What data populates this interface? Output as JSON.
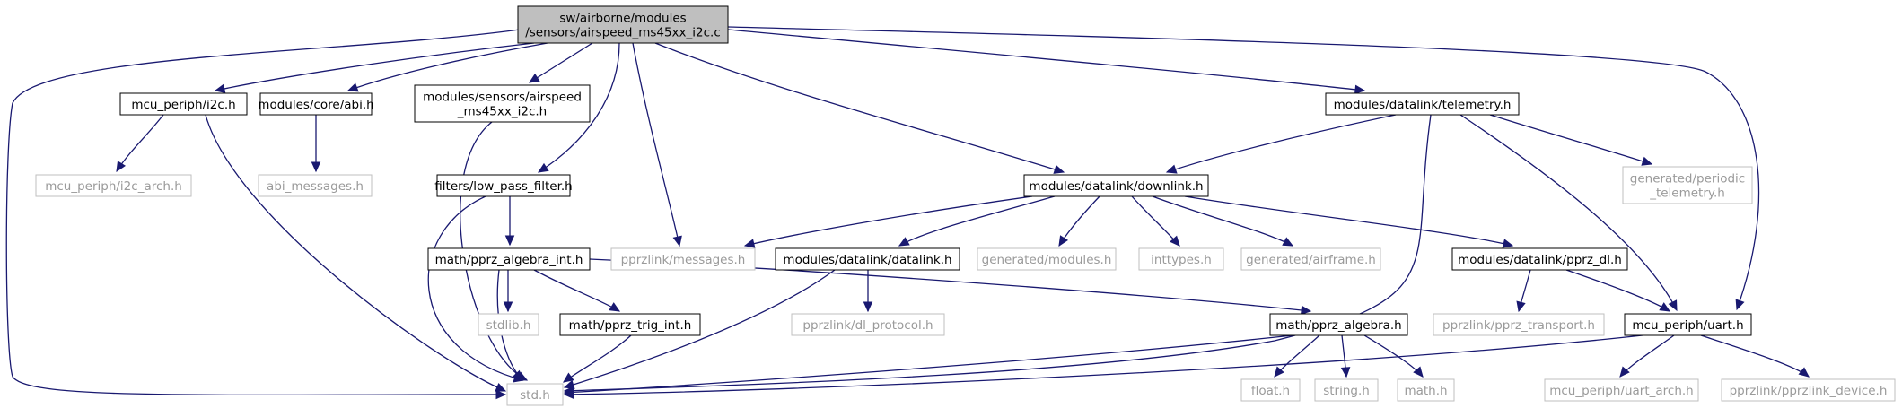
{
  "diagram": {
    "nodes": [
      {
        "id": "root",
        "lines": [
          "sw/airborne/modules",
          "/sensors/airspeed_ms45xx_i2c.c"
        ],
        "style": "root"
      },
      {
        "id": "i2c",
        "lines": [
          "mcu_periph/i2c.h"
        ],
        "style": "documented"
      },
      {
        "id": "abi",
        "lines": [
          "modules/core/abi.h"
        ],
        "style": "documented"
      },
      {
        "id": "ms45h",
        "lines": [
          "modules/sensors/airspeed",
          "_ms45xx_i2c.h"
        ],
        "style": "documented"
      },
      {
        "id": "lpf",
        "lines": [
          "filters/low_pass_filter.h"
        ],
        "style": "documented"
      },
      {
        "id": "telemetry",
        "lines": [
          "modules/datalink/telemetry.h"
        ],
        "style": "documented"
      },
      {
        "id": "downlink",
        "lines": [
          "modules/datalink/downlink.h"
        ],
        "style": "documented"
      },
      {
        "id": "i2carch",
        "lines": [
          "mcu_periph/i2c_arch.h"
        ],
        "style": "undocumented"
      },
      {
        "id": "abimsg",
        "lines": [
          "abi_messages.h"
        ],
        "style": "undocumented"
      },
      {
        "id": "periodic",
        "lines": [
          "generated/periodic",
          "_telemetry.h"
        ],
        "style": "undocumented"
      },
      {
        "id": "algint",
        "lines": [
          "math/pprz_algebra_int.h"
        ],
        "style": "documented"
      },
      {
        "id": "messages",
        "lines": [
          "pprzlink/messages.h"
        ],
        "style": "undocumented"
      },
      {
        "id": "datalink",
        "lines": [
          "modules/datalink/datalink.h"
        ],
        "style": "documented"
      },
      {
        "id": "genmod",
        "lines": [
          "generated/modules.h"
        ],
        "style": "undocumented"
      },
      {
        "id": "inttypes",
        "lines": [
          "inttypes.h"
        ],
        "style": "undocumented"
      },
      {
        "id": "airframe",
        "lines": [
          "generated/airframe.h"
        ],
        "style": "undocumented"
      },
      {
        "id": "pprzdl",
        "lines": [
          "modules/datalink/pprz_dl.h"
        ],
        "style": "documented"
      },
      {
        "id": "stdlib",
        "lines": [
          "stdlib.h"
        ],
        "style": "undocumented"
      },
      {
        "id": "trigint",
        "lines": [
          "math/pprz_trig_int.h"
        ],
        "style": "documented"
      },
      {
        "id": "dlproto",
        "lines": [
          "pprzlink/dl_protocol.h"
        ],
        "style": "undocumented"
      },
      {
        "id": "algebra",
        "lines": [
          "math/pprz_algebra.h"
        ],
        "style": "documented"
      },
      {
        "id": "transport",
        "lines": [
          "pprzlink/pprz_transport.h"
        ],
        "style": "undocumented"
      },
      {
        "id": "uart",
        "lines": [
          "mcu_periph/uart.h"
        ],
        "style": "documented"
      },
      {
        "id": "std",
        "lines": [
          "std.h"
        ],
        "style": "undocumented"
      },
      {
        "id": "float",
        "lines": [
          "float.h"
        ],
        "style": "undocumented"
      },
      {
        "id": "string",
        "lines": [
          "string.h"
        ],
        "style": "undocumented"
      },
      {
        "id": "math",
        "lines": [
          "math.h"
        ],
        "style": "undocumented"
      },
      {
        "id": "uartarch",
        "lines": [
          "mcu_periph/uart_arch.h"
        ],
        "style": "undocumented"
      },
      {
        "id": "device",
        "lines": [
          "pprzlink/pprzlink_device.h"
        ],
        "style": "undocumented"
      }
    ],
    "edges": [
      [
        "root",
        "std"
      ],
      [
        "root",
        "i2c"
      ],
      [
        "root",
        "abi"
      ],
      [
        "root",
        "ms45h"
      ],
      [
        "root",
        "lpf"
      ],
      [
        "root",
        "messages"
      ],
      [
        "root",
        "downlink"
      ],
      [
        "root",
        "telemetry"
      ],
      [
        "root",
        "uart"
      ],
      [
        "i2c",
        "i2carch"
      ],
      [
        "i2c",
        "std"
      ],
      [
        "abi",
        "abimsg"
      ],
      [
        "ms45h",
        "std"
      ],
      [
        "lpf",
        "algint"
      ],
      [
        "lpf",
        "std"
      ],
      [
        "telemetry",
        "downlink"
      ],
      [
        "telemetry",
        "periodic"
      ],
      [
        "telemetry",
        "uart"
      ],
      [
        "telemetry",
        "std"
      ],
      [
        "downlink",
        "messages"
      ],
      [
        "downlink",
        "datalink"
      ],
      [
        "downlink",
        "genmod"
      ],
      [
        "downlink",
        "inttypes"
      ],
      [
        "downlink",
        "airframe"
      ],
      [
        "downlink",
        "pprzdl"
      ],
      [
        "algint",
        "stdlib"
      ],
      [
        "algint",
        "trigint"
      ],
      [
        "algint",
        "algebra"
      ],
      [
        "algint",
        "std"
      ],
      [
        "datalink",
        "dlproto"
      ],
      [
        "datalink",
        "std"
      ],
      [
        "pprzdl",
        "transport"
      ],
      [
        "pprzdl",
        "uart"
      ],
      [
        "trigint",
        "std"
      ],
      [
        "algebra",
        "std"
      ],
      [
        "algebra",
        "float"
      ],
      [
        "algebra",
        "string"
      ],
      [
        "algebra",
        "math"
      ],
      [
        "uart",
        "std"
      ],
      [
        "uart",
        "uartarch"
      ],
      [
        "uart",
        "device"
      ]
    ],
    "colors": {
      "edge": "#191970",
      "root_fill": "#bfbfbf",
      "documented_stroke": "#000000",
      "undocumented_stroke": "#bfbfbf",
      "undocumented_text": "#9a9a9a"
    }
  }
}
